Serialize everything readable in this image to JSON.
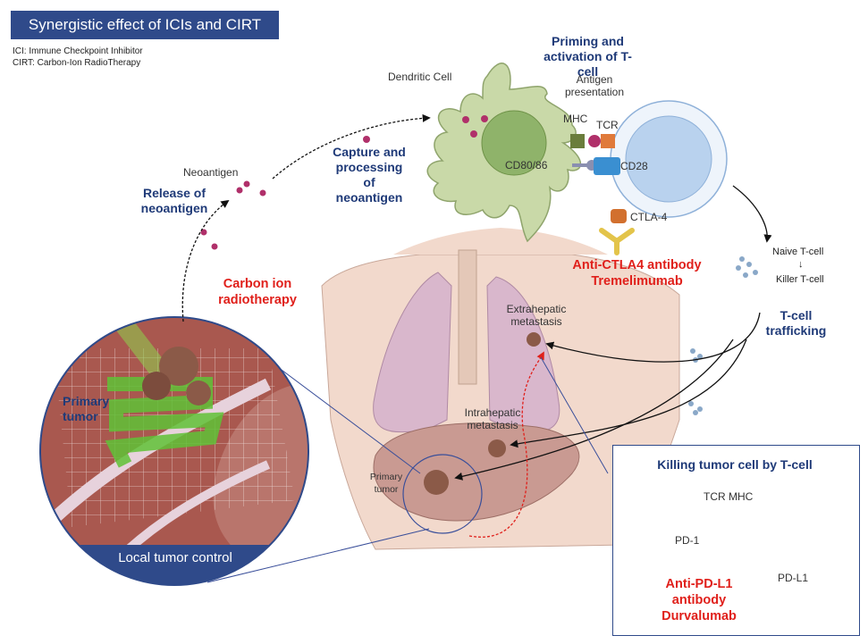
{
  "title": "Synergistic effect of ICIs and CIRT",
  "legend": {
    "ici": "ICI: Immune Checkpoint Inhibitor",
    "cirt": "CIRT: Carbon-Ion RadioTherapy"
  },
  "steps": {
    "priming": "Priming and activation of T-cell",
    "capture": "Capture and processing of neoantigen",
    "release": "Release of neoantigen",
    "trafficking": "T-cell trafficking",
    "killing": "Killing tumor cell by T-cell",
    "local_control": "Local tumor control"
  },
  "labels": {
    "dendritic_cell": "Dendritic Cell",
    "antigen_presentation": "Antigen presentation",
    "mhc": "MHC",
    "tcr": "TCR",
    "cd80_86": "CD80/86",
    "cd28": "CD28",
    "ctla4": "CTLA-4",
    "neoantigen": "Neoantigen",
    "naive_tcell": "Naive T-cell",
    "arrow_down": "↓",
    "killer_tcell": "Killer T-cell",
    "extrahepatic": "Extrahepatic metastasis",
    "intrahepatic": "Intrahepatic metastasis",
    "primary_tumor_zoom": "Primary tumor",
    "primary_tumor_body": "Primary tumor",
    "carbon_ion": "Carbon ion radiotherapy",
    "pd1": "PD-1",
    "pdl1": "PD-L1",
    "kill_tcr_mhc": "TCR MHC"
  },
  "drugs": {
    "anti_ctla4_l1": "Anti-CTLA4 antibody",
    "anti_ctla4_l2": "Tremelimumab",
    "anti_pdl1_l1": "Anti-PD-L1",
    "anti_pdl1_l2": "antibody",
    "anti_pdl1_l3": "Durvalumab"
  },
  "colors": {
    "title_bg": "#2f4a8a",
    "step_text": "#1f3a78",
    "drug_text": "#e0201b",
    "dendritic": "#c9d9a8",
    "tcell": "#b9d2ee",
    "tumor": "#8b5a48",
    "liver": "#a5524c",
    "neoantigen": "#b0306a",
    "radiation": "#6ec23a"
  }
}
